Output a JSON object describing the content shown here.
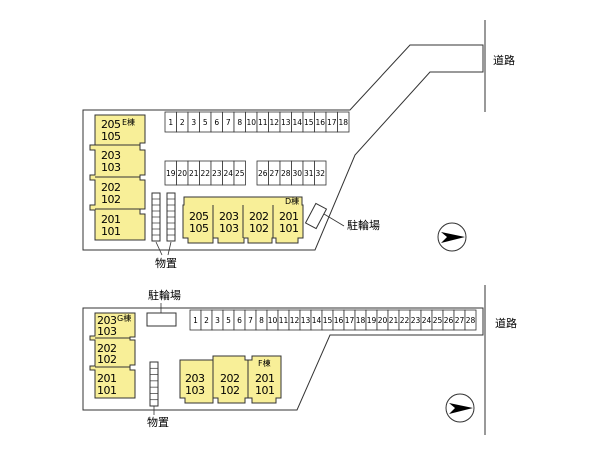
{
  "labels": {
    "road": "道路",
    "bicycle_parking": "駐輪場",
    "storage": "物置"
  },
  "colors": {
    "building_fill": "#f8ef98",
    "lot_fill": "#ffffff",
    "line": "#333333"
  },
  "upper_lot": {
    "building_e": {
      "name": "E棟",
      "units": [
        [
          "205",
          "105"
        ],
        [
          "203",
          "103"
        ],
        [
          "202",
          "102"
        ],
        [
          "201",
          "101"
        ]
      ]
    },
    "building_d": {
      "name": "D棟",
      "units": [
        [
          "205",
          "105"
        ],
        [
          "203",
          "103"
        ],
        [
          "202",
          "102"
        ],
        [
          "201",
          "101"
        ]
      ]
    },
    "parking_row_1": [
      "1",
      "2",
      "3",
      "5",
      "6",
      "7",
      "8",
      "10",
      "11",
      "12",
      "13",
      "14",
      "15",
      "16",
      "17",
      "18"
    ],
    "parking_row_2a": [
      "19",
      "20",
      "21",
      "22",
      "23",
      "24",
      "25"
    ],
    "parking_row_2b": [
      "26",
      "27",
      "28",
      "30",
      "31",
      "32"
    ]
  },
  "lower_lot": {
    "building_g": {
      "name": "G棟",
      "units": [
        [
          "203",
          "103"
        ],
        [
          "202",
          "102"
        ],
        [
          "201",
          "101"
        ]
      ]
    },
    "building_f": {
      "name": "F棟",
      "units": [
        [
          "203",
          "103"
        ],
        [
          "202",
          "102"
        ],
        [
          "201",
          "101"
        ]
      ]
    },
    "parking_row": [
      "1",
      "2",
      "3",
      "5",
      "6",
      "7",
      "8",
      "10",
      "11",
      "12",
      "13",
      "14",
      "15",
      "16",
      "17",
      "18",
      "19",
      "20",
      "21",
      "22",
      "23",
      "24",
      "25",
      "26",
      "27",
      "28"
    ]
  },
  "icons": [
    "compass-north-arrow-icon",
    "compass-north-arrow-icon"
  ]
}
